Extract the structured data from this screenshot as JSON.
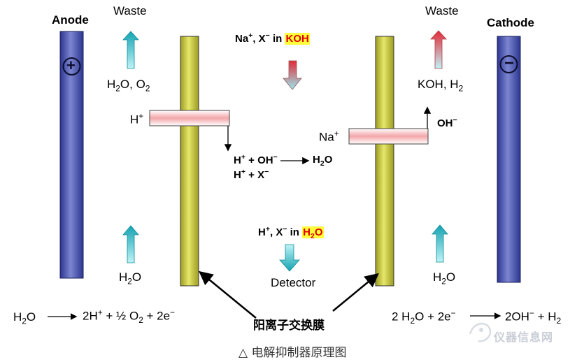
{
  "anode": {
    "label": "Anode",
    "sign": "+"
  },
  "cathode": {
    "label": "Cathode",
    "sign": "−"
  },
  "anode_side": {
    "waste": "Waste",
    "gas": [
      "H",
      "2",
      "O, O",
      "2"
    ],
    "h_ion": "H",
    "h_ion_sup": "+",
    "water": [
      "H",
      "2",
      "O"
    ]
  },
  "cathode_side": {
    "waste": "Waste",
    "product": [
      "KOH, H",
      "2"
    ],
    "oh": "OH",
    "oh_sup": "−",
    "na": "Na",
    "na_sup": "+",
    "water": [
      "H",
      "2",
      "O"
    ]
  },
  "middle_top": {
    "prefix_a": "Na",
    "prefix_a_sup": "+",
    "prefix_b": ", X",
    "prefix_b_sup": "−",
    "in_word": " in ",
    "highlight": "KOH"
  },
  "reaction": {
    "line1_a": "H",
    "line1_a_sup": "+",
    "line1_b": " + OH",
    "line1_b_sup": "−",
    "product": "H",
    "product_sub": "2",
    "product_c": "O",
    "line2_a": "H",
    "line2_a_sup": "+",
    "line2_b": " + X",
    "line2_b_sup": "−"
  },
  "middle_bottom": {
    "prefix_a": "H",
    "prefix_a_sup": "+",
    "prefix_b": ", X",
    "prefix_b_sup": "−",
    "in_word": " in ",
    "highlight": "H",
    "highlight_sub": "2",
    "highlight_c": "O",
    "detector": "Detector"
  },
  "membrane_label": "阳离子交换膜",
  "eq_left": {
    "lhs": [
      "H",
      "2",
      "O"
    ],
    "rhs_a": "2H",
    "rhs_a_sup": "+",
    "rhs_b": " + ½ O",
    "rhs_b_sub": "2",
    "rhs_c": " + 2e",
    "rhs_c_sup": "−"
  },
  "eq_right": {
    "lhs_a": "2 H",
    "lhs_a_sub": "2",
    "lhs_b": "O + 2e",
    "lhs_b_sup": "−",
    "rhs_a": "2OH",
    "rhs_a_sup": "−",
    "rhs_b": " + H",
    "rhs_b_sub": "2"
  },
  "caption": "△ 电解抑制器原理图",
  "watermark": "仪器信息网",
  "colors": {
    "electrode": "#4a55a8",
    "membrane": "#c9c93a",
    "bar": "#f6b8b8",
    "arrow_teal": "#22b4c0",
    "arrow_red": "#e8434b",
    "highlight": "#ffff3a"
  }
}
